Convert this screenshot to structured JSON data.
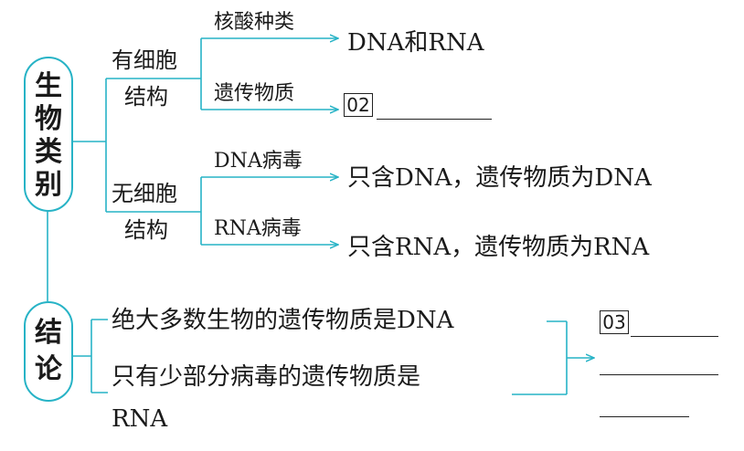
{
  "left_nodes": {
    "organism_classification": [
      "生",
      "物",
      "类",
      "别"
    ],
    "conclusion": [
      "结",
      "论"
    ]
  },
  "branches": {
    "cellular": {
      "line1": "有细胞",
      "line2": "结构"
    },
    "acellular": {
      "line1": "无细胞",
      "line2": "结构"
    }
  },
  "leaves": {
    "nucleic_acid_types": {
      "label": "核酸种类",
      "result": "DNA和RNA"
    },
    "genetic_material": {
      "label": "遗传物质",
      "blank_number": "02"
    },
    "dna_virus": {
      "label": "DNA病毒",
      "result": "只含DNA，遗传物质为DNA"
    },
    "rna_virus": {
      "label": "RNA病毒",
      "result": "只含RNA，遗传物质为RNA"
    }
  },
  "conclusion": {
    "statement1": "绝大多数生物的遗传物质是DNA",
    "statement2_line1": "只有少部分病毒的遗传物质是",
    "statement2_line2": "RNA",
    "blank_number": "03"
  },
  "colors": {
    "line": "#27b3c6",
    "text": "#1a1a1a"
  }
}
